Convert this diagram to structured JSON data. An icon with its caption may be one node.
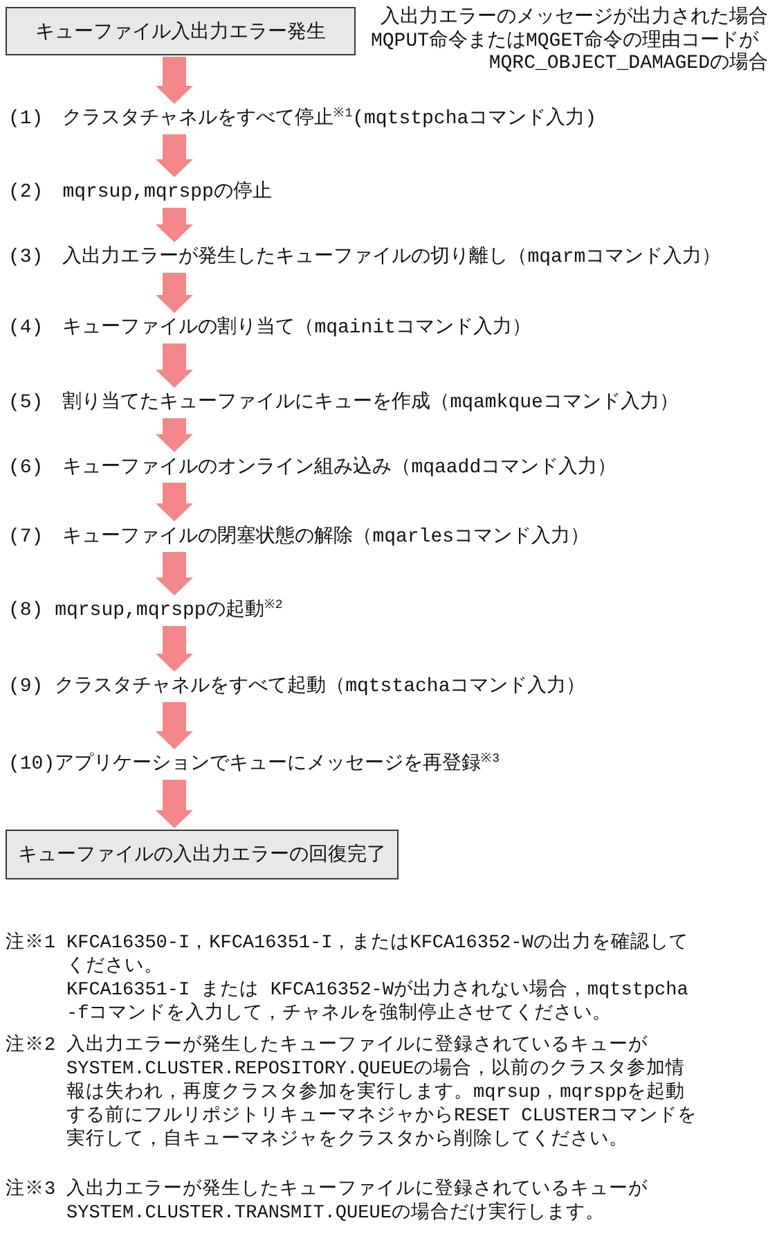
{
  "diagram": {
    "nodes": [
      {
        "text": [
          "キューファイル入出力エラー発生"
        ],
        "beside": [
          "入出力エラーのメッセージが出力された場合",
          "MQPUT命令またはMQGET命令の理由コードがMQRC_OBJECT_DAMAGEDの場合"
        ]
      },
      {
        "text": [
          "(1)　クラスタチャネルをすべて停止$^{※1}$(mqtstpchaコマンド入力)"
        ]
      },
      {
        "text": [
          "(2)　mqrsup,mqrsppの停止"
        ]
      },
      {
        "text": [
          "(3)　入出力エラーが発生したキューファイルの切り離し（mqarmコマンド入力）"
        ]
      },
      {
        "text": [
          "(4)　キューファイルの割り当て（mqainitコマンド入力）"
        ]
      },
      {
        "text": [
          "(5)　割り当てたキューファイルにキューを作成（mqamkqueコマンド入力）"
        ]
      },
      {
        "text": [
          "(6)　キューファイルのオンライン組み込み（mqaaddコマンド入力）"
        ]
      },
      {
        "text": [
          "(7)　キューファイルの閉塞状態の解除（mqarlesコマンド入力）"
        ]
      },
      {
        "text": [
          "(8) mqrsup,mqrsppの起動$^{※2}$"
        ]
      },
      {
        "text": [
          "(9) クラスタチャネルをすべて起動（mqtstachaコマンド入力）"
        ]
      },
      {
        "text": [
          "(10)アプリケーションでキューにメッセージを再登録$^{※3}$"
        ]
      },
      {
        "text": [
          "キューファイルの入出力エラーの回復完了"
        ]
      }
    ],
    "edges": [
      {
        "from": 0,
        "to": 1,
        "arrow": "to"
      },
      {
        "from": 1,
        "to": 2,
        "arrow": "to"
      },
      {
        "from": 2,
        "to": 3,
        "arrow": "to"
      },
      {
        "from": 3,
        "to": 4,
        "arrow": "to"
      },
      {
        "from": 4,
        "to": 5,
        "arrow": "to"
      },
      {
        "from": 5,
        "to": 6,
        "arrow": "to"
      },
      {
        "from": 6,
        "to": 7,
        "arrow": "to"
      },
      {
        "from": 7,
        "to": 8,
        "arrow": "to"
      },
      {
        "from": 8,
        "to": 9,
        "arrow": "to"
      },
      {
        "from": 9,
        "to": 10,
        "arrow": "to"
      },
      {
        "from": 10,
        "to": 11,
        "arrow": "to"
      }
    ],
    "labels": [
      "注※1",
      "KFCA16350-I，KFCA16351-I，またはKFCA16352-Wの出力を確認してください。",
      "KFCA16351-I または KFCA16352-Wが出力されない場合，mqtstpcha -fコマンドを入力して，チャネルを強制停止させてください。",
      "注※2",
      "入出力エラーが発生したキューファイルに登録されているキューがSYSTEM.CLUSTER.REPOSITORY.QUEUEの場合，以前のクラスタ参加情報は失われ，再度クラスタ参加を実行します。mqrsup，mqrsppを起動する前にフルリポジトリキューマネジャからRESET CLUSTERコマンドを実行して，自キューマネジャをクラスタから削除してください。",
      "注※3",
      "入出力エラーが発生したキューファイルに登録されているキューがSYSTEM.CLUSTER.TRANSMIT.QUEUEの場合だけ実行します。"
    ]
  }
}
